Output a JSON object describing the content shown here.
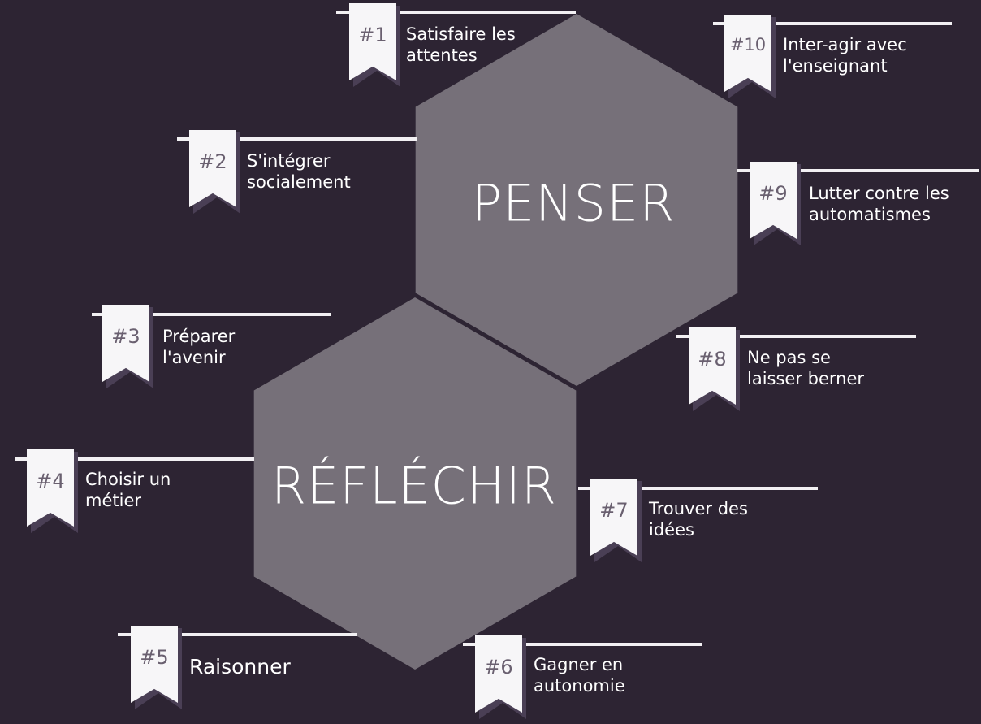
{
  "colors": {
    "background": "#2d2433",
    "hexagon": "#767079",
    "ribbon": "#f7f6f8",
    "ribbon_shadow": "#4a3f55",
    "number": "#6a6070",
    "text": "#ffffff"
  },
  "hexagons": {
    "penser": {
      "label": "PENSER"
    },
    "reflechir": {
      "label": "RÉFLÉCHIR"
    }
  },
  "items": [
    {
      "number": "#1",
      "line1": "Satisfaire les",
      "line2": "attentes"
    },
    {
      "number": "#2",
      "line1": "S'intégrer",
      "line2": "socialement"
    },
    {
      "number": "#3",
      "line1": "Préparer",
      "line2": "l'avenir"
    },
    {
      "number": "#4",
      "line1": "Choisir un",
      "line2": "métier"
    },
    {
      "number": "#5",
      "line1": "Raisonner",
      "line2": ""
    },
    {
      "number": "#6",
      "line1": "Gagner en",
      "line2": "autonomie"
    },
    {
      "number": "#7",
      "line1": "Trouver des",
      "line2": "idées"
    },
    {
      "number": "#8",
      "line1": "Ne pas se",
      "line2": "laisser berner"
    },
    {
      "number": "#9",
      "line1": "Lutter contre les",
      "line2": "automatismes"
    },
    {
      "number": "#10",
      "line1": "Inter-agir  avec",
      "line2": "l'enseignant"
    }
  ]
}
